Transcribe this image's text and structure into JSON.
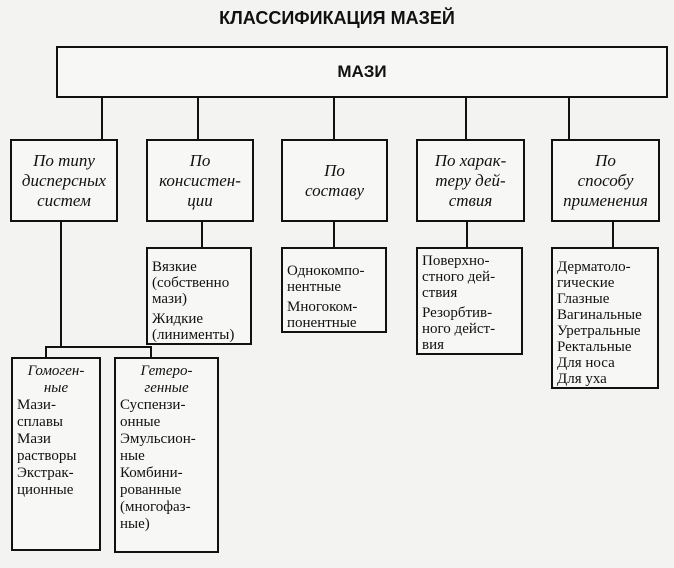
{
  "title": "КЛАССИФИКАЦИЯ МАЗЕЙ",
  "root": "МАЗИ",
  "categories": [
    {
      "label": "По типу\nдисперсных\nсистем"
    },
    {
      "label": "По\nконсистен-\nции",
      "items": [
        "Вязкие\n(собственно\nмази)",
        "Жидкие\n(линименты)"
      ]
    },
    {
      "label": "По\nсоставу",
      "items": [
        "Однокомпо-\nнентные",
        "Многоком-\nпонентные"
      ]
    },
    {
      "label": "По харак-\nтеру дей-\nствия",
      "items": [
        "Поверхно-\nстного дей-\nствия",
        "Резорбтив-\nного дейст-\nвия"
      ]
    },
    {
      "label": "По\nспособу\nприменения",
      "items": [
        "Дерматоло-\nгические",
        "Глазные",
        "Вагинальные",
        "Уретральные",
        "Ректальные",
        "Для носа",
        "Для уха"
      ]
    }
  ],
  "dispersed": [
    {
      "label": "Гомоген-\nные",
      "items": [
        "Мази-\nсплавы",
        "Мази\nрастворы",
        "Экстрак-\nционные"
      ]
    },
    {
      "label": "Гетеро-\nгенные",
      "items": [
        "Суспензи-\nонные",
        "Эмульсион-\nные",
        "Комбини-\nрованные\n(многофаз-\nные)"
      ]
    }
  ]
}
